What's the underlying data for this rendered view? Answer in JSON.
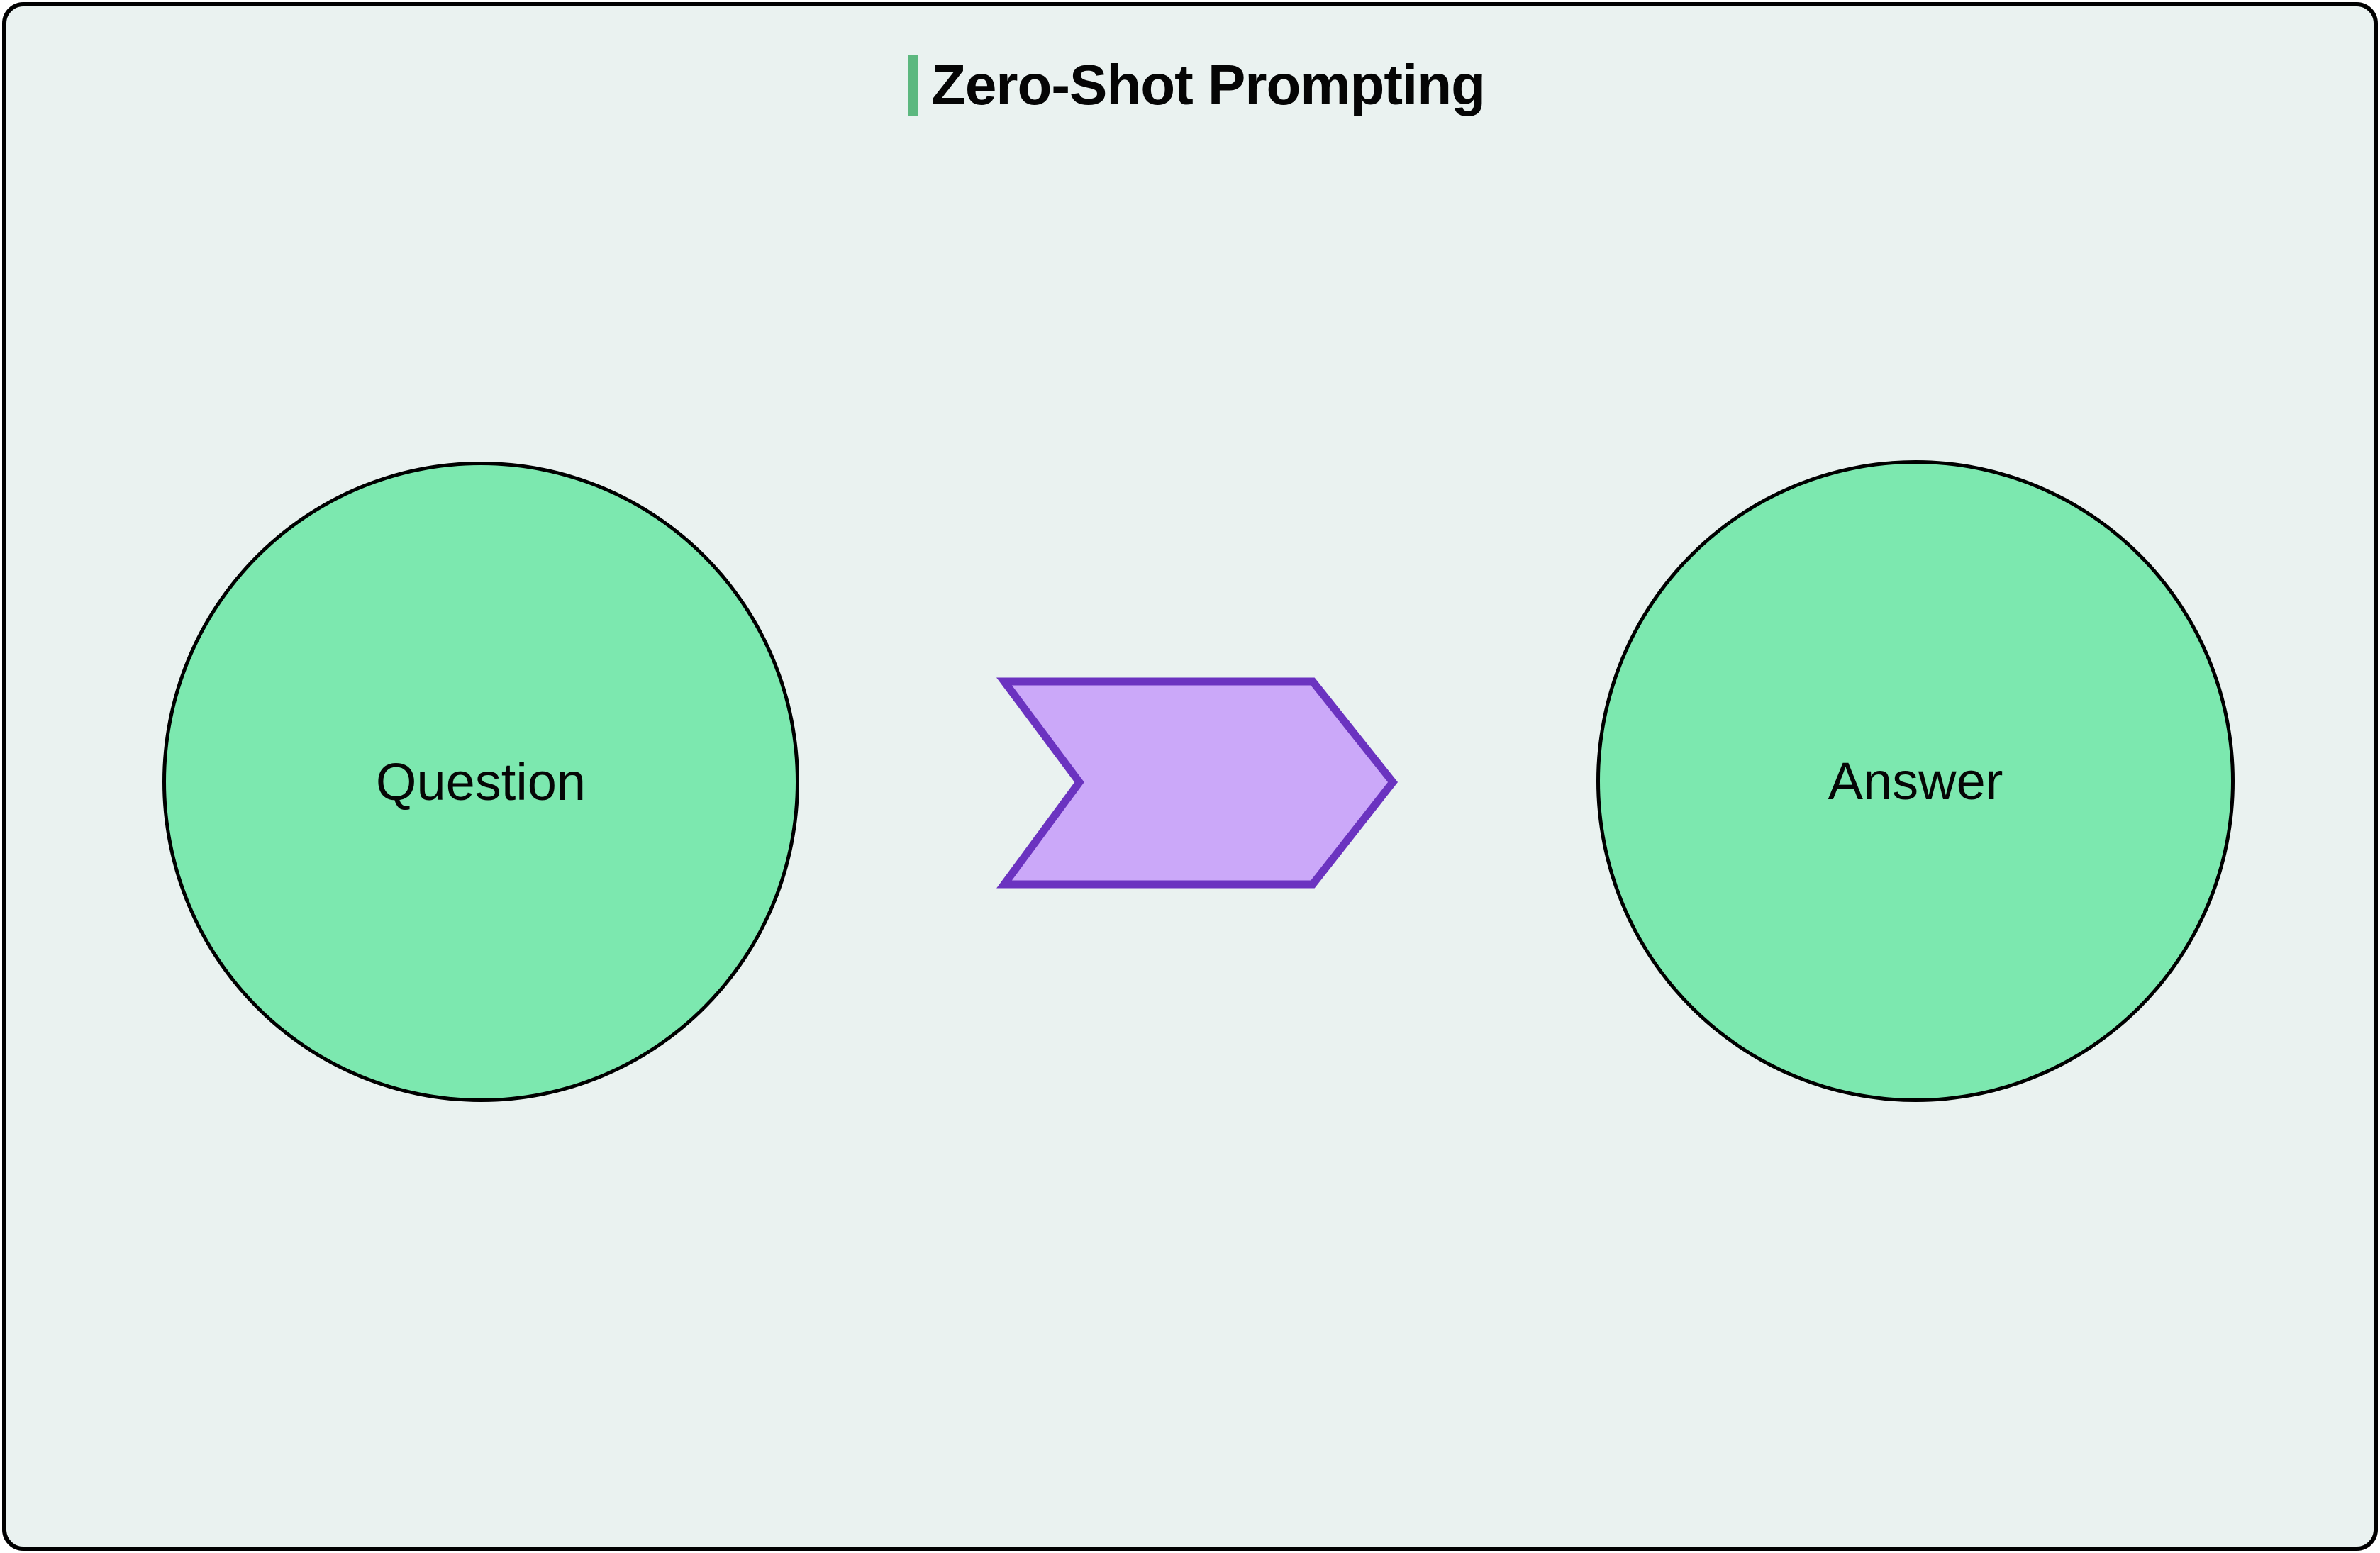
{
  "page": {
    "background_color": "#eaf2f0",
    "frame_border_color": "#000000",
    "outside_color": "#ffffff"
  },
  "header": {
    "title": "Zero-Shot Prompting",
    "accent_bar_color": "#5cb87f",
    "title_color": "#050505"
  },
  "diagram": {
    "type": "flow",
    "nodes": [
      {
        "id": "question",
        "label": "Question",
        "shape": "circle",
        "fill_color": "#7ce8af",
        "stroke_color": "#000000",
        "text_color": "#060606"
      },
      {
        "id": "answer",
        "label": "Answer",
        "shape": "circle",
        "fill_color": "#7ce8af",
        "stroke_color": "#000000",
        "text_color": "#060606"
      }
    ],
    "connectors": [
      {
        "id": "question-to-answer",
        "shape": "chevron-arrow",
        "direction": "right",
        "label": "",
        "fill_color": "#cba8f9",
        "stroke_color": "#6b33c0",
        "from": "question",
        "to": "answer"
      }
    ]
  }
}
